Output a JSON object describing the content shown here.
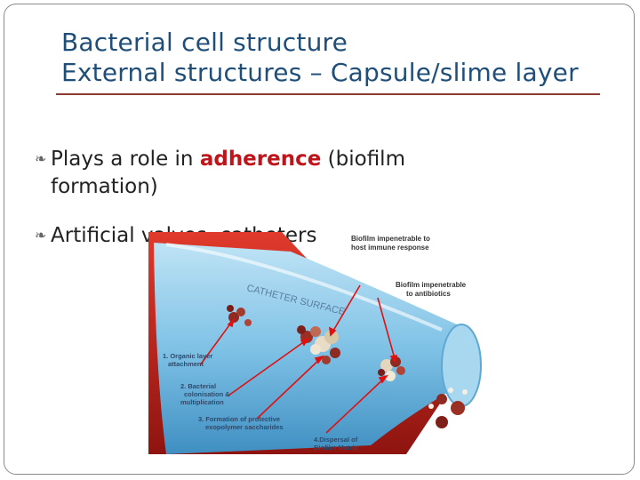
{
  "slide": {
    "title_line1": "Bacterial cell structure",
    "title_line2": "External structures – Capsule/slime layer",
    "bullets": [
      {
        "pre": "Plays a role in ",
        "highlight": "adherence",
        "post": " (biofilm",
        "line2": "formation)"
      },
      {
        "text": "Artificial valves, catheters"
      }
    ],
    "accent_color": "#c0141b",
    "title_color": "#1f4e79"
  },
  "illustration": {
    "surface_label": "CATHETER SURFACE",
    "top_label_1": "Biofilm impenetrable to",
    "top_label_2": "host immune response",
    "right_label_1": "Biofilm impenetrable",
    "right_label_2": "to antibiotics",
    "step1_a": "1. Organic layer",
    "step1_b": "attachment",
    "step2_a": "2. Bacterial",
    "step2_b": "colonisation &",
    "step2_c": "multiplication",
    "step3_a": "3. Formation of protective",
    "step3_b": "exopolymer saccharides",
    "step4_a": "4.Dispersal of",
    "step4_b": "Biofilm Matrix"
  }
}
